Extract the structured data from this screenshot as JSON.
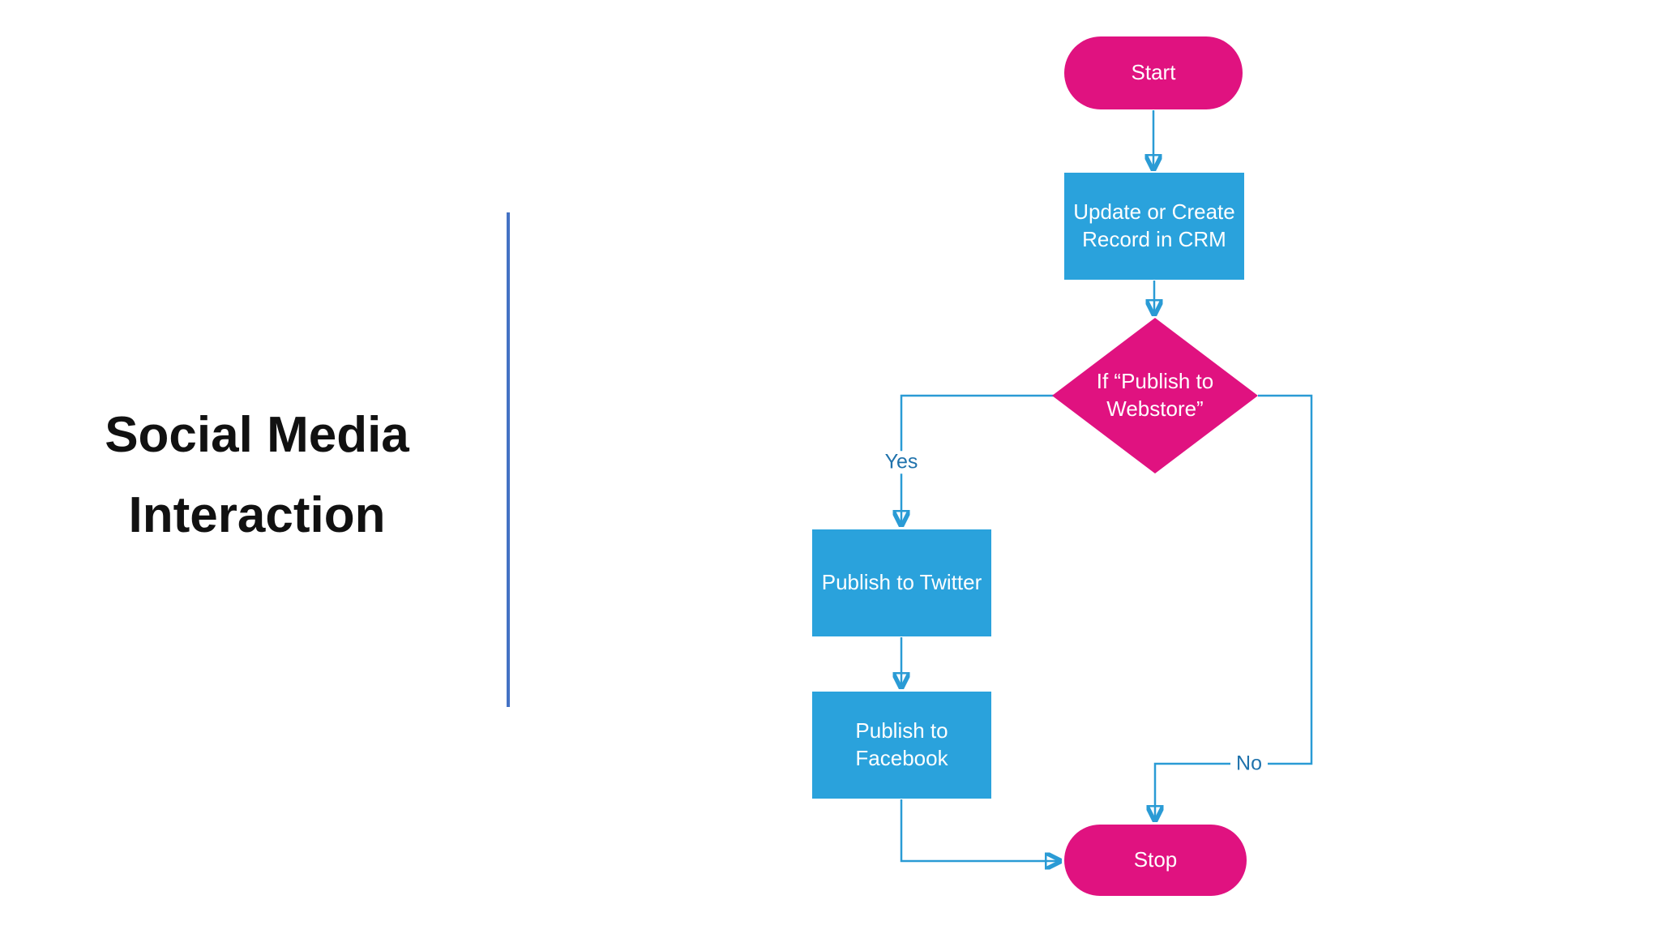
{
  "slide": {
    "title": "Social Media\nInteraction"
  },
  "flowchart": {
    "nodes": {
      "start": {
        "type": "terminator",
        "label": "Start"
      },
      "crm": {
        "type": "process",
        "label": "Update or Create\nRecord in CRM"
      },
      "decision": {
        "type": "decision",
        "label": "If “Publish to\nWebstore”"
      },
      "twitter": {
        "type": "process",
        "label": "Publish to Twitter"
      },
      "facebook": {
        "type": "process",
        "label": "Publish to\nFacebook"
      },
      "stop": {
        "type": "terminator",
        "label": "Stop"
      }
    },
    "edge_labels": {
      "yes": "Yes",
      "no": "No"
    }
  },
  "colors": {
    "terminator_fill": "#E01280",
    "process_fill": "#2AA2DC",
    "connector_stroke": "#2A9BD5",
    "edge_label_text": "#1F72AC",
    "title_divider": "#4472C4",
    "title_text": "#111111",
    "node_text": "#FFFFFF",
    "background": "#FFFFFF"
  }
}
